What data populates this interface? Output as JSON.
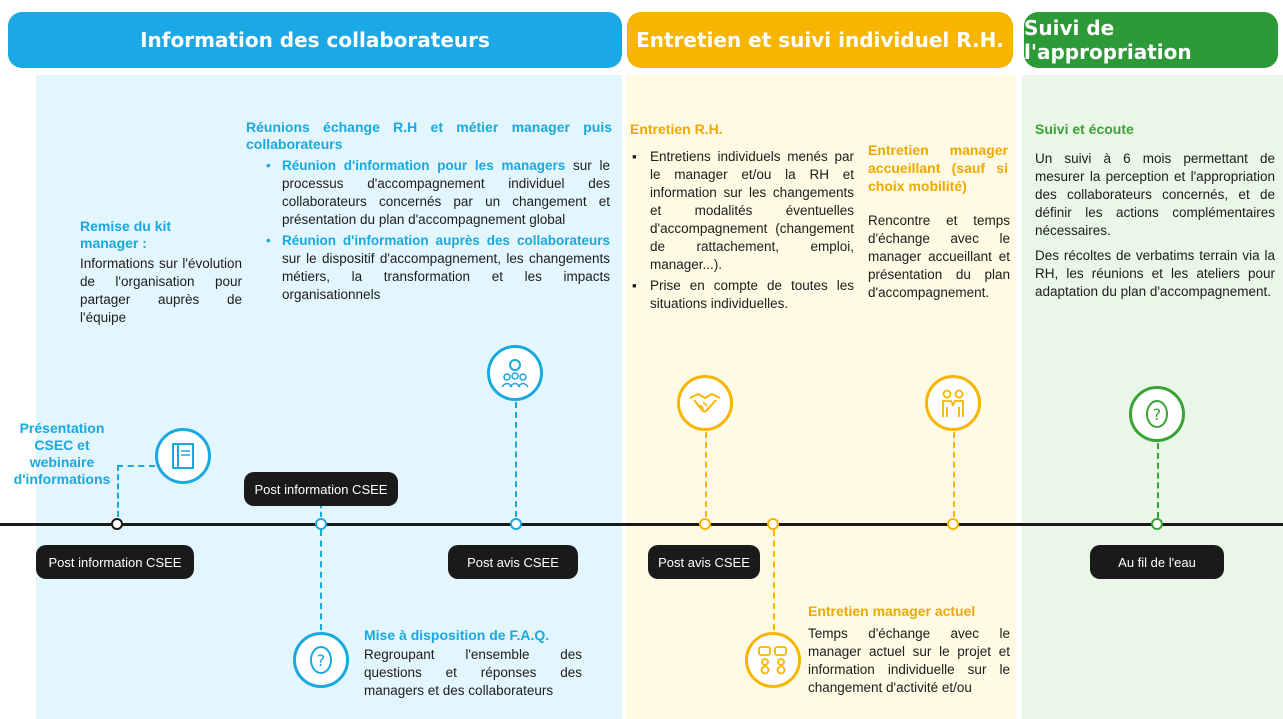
{
  "colors": {
    "blue": "#1aa8e0",
    "orange": "#f7b500",
    "green": "#2f9a3a",
    "blue_bg": "#e6f7fd",
    "orange_bg": "#fffbe6",
    "green_bg": "#ebf7ea"
  },
  "headers": {
    "info": "Information des collaborateurs",
    "entretien": "Entretien et suivi individuel R.H.",
    "suivi": "Suivi de l'appropriation"
  },
  "presentation": "Présentation CSEC et webinaire d'informations",
  "kit": {
    "title": "Remise du kit manager :",
    "text": "Informations sur l'évolution de l'organisation pour partager auprès de l'équipe"
  },
  "reunions": {
    "title": "Réunions échange R.H et métier manager puis collaborateurs",
    "items": [
      {
        "bold": "Réunion d'information pour les managers",
        "text": " sur le processus d'accompagnement individuel des collaborateurs concernés par un changement et présentation du plan d'accompagnement global"
      },
      {
        "bold": "Réunion d'information auprès des collaborateurs",
        "text": " sur le dispositif d'accompagnement, les changements métiers, la transformation et les impacts organisationnels"
      }
    ]
  },
  "faq": {
    "title": "Mise à disposition de F.A.Q.",
    "text": "Regroupant l'ensemble des questions et réponses des managers et des collaborateurs"
  },
  "entretien_rh": {
    "title": "Entretien R.H.",
    "items": [
      "Entretiens individuels menés par le manager et/ou la RH et information sur les changements et modalités éventuelles d'accompagnement (changement de rattachement, emploi, manager...).",
      "Prise en compte de toutes les situations individuelles."
    ]
  },
  "entretien_accueillant": {
    "title": "Entretien manager accueillant (sauf si choix mobilité)",
    "text": "Rencontre et temps d'échange avec le manager accueillant et présentation du plan d'accompagnement."
  },
  "entretien_actuel": {
    "title": "Entretien manager actuel",
    "text": "Temps d'échange avec le manager actuel sur le projet et information individuelle sur le changement d'activité et/ou"
  },
  "suivi": {
    "title": "Suivi et écoute",
    "text1": "Un suivi à 6 mois permettant de mesurer la perception et l'appropriation des collaborateurs concernés, et de définir les actions complémentaires nécessaires.",
    "text2": "Des récoltes de verbatims terrain via la RH, les réunions et les ateliers pour adaptation du plan d'accompagnement."
  },
  "pills": {
    "post_info_1": "Post information CSEE",
    "post_info_2": "Post information CSEE",
    "post_avis_1": "Post avis CSEE",
    "post_avis_2": "Post avis CSEE",
    "fil": "Au fil de l'eau"
  },
  "icons": [
    "book-icon",
    "group-location-icon",
    "question-icon",
    "handshake-icon",
    "people-meeting-icon",
    "chat-people-icon",
    "question-icon"
  ]
}
